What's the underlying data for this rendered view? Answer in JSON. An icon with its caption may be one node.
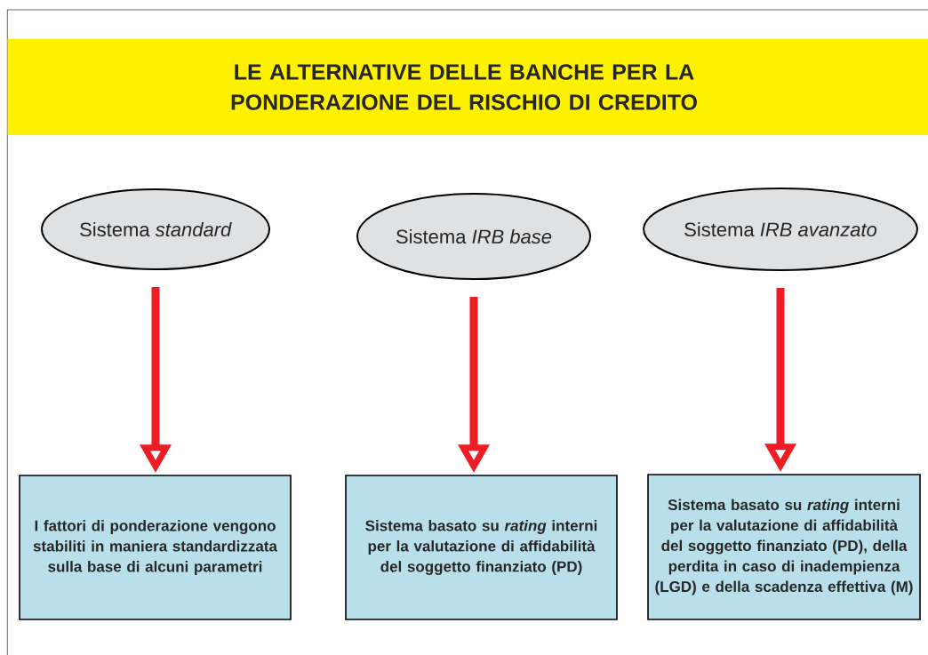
{
  "diagram": {
    "title": "LE ALTERNATIVE DELLE BANCHE PER LA PONDERAZIONE DEL RISCHIO DI CREDITO",
    "nodes": [
      {
        "text": [
          "Sistema *standard*"
        ]
      },
      {
        "text": [
          "Sistema *IRB base*"
        ]
      },
      {
        "text": [
          "Sistema *IRB avanzato*"
        ]
      },
      {
        "text": [
          "I fattori di ponderazione vengono stabiliti in maniera standardizzata sulla base di alcuni parametri"
        ]
      },
      {
        "text": [
          "Sistema basato su *rating* interni per la valutazione di affidabilità del soggetto finanziato (PD)"
        ]
      },
      {
        "text": [
          "Sistema basato su *rating* interni per la valutazione di affidabilità del soggetto finanziato (PD), della perdita in caso di inadempienza (LGD) e della scadenza effettiva (M)"
        ]
      }
    ],
    "edges": [
      {
        "from": 0,
        "to": 3,
        "arrow": "to"
      },
      {
        "from": 1,
        "to": 4,
        "arrow": "to"
      },
      {
        "from": 2,
        "to": 5,
        "arrow": "to"
      }
    ]
  }
}
